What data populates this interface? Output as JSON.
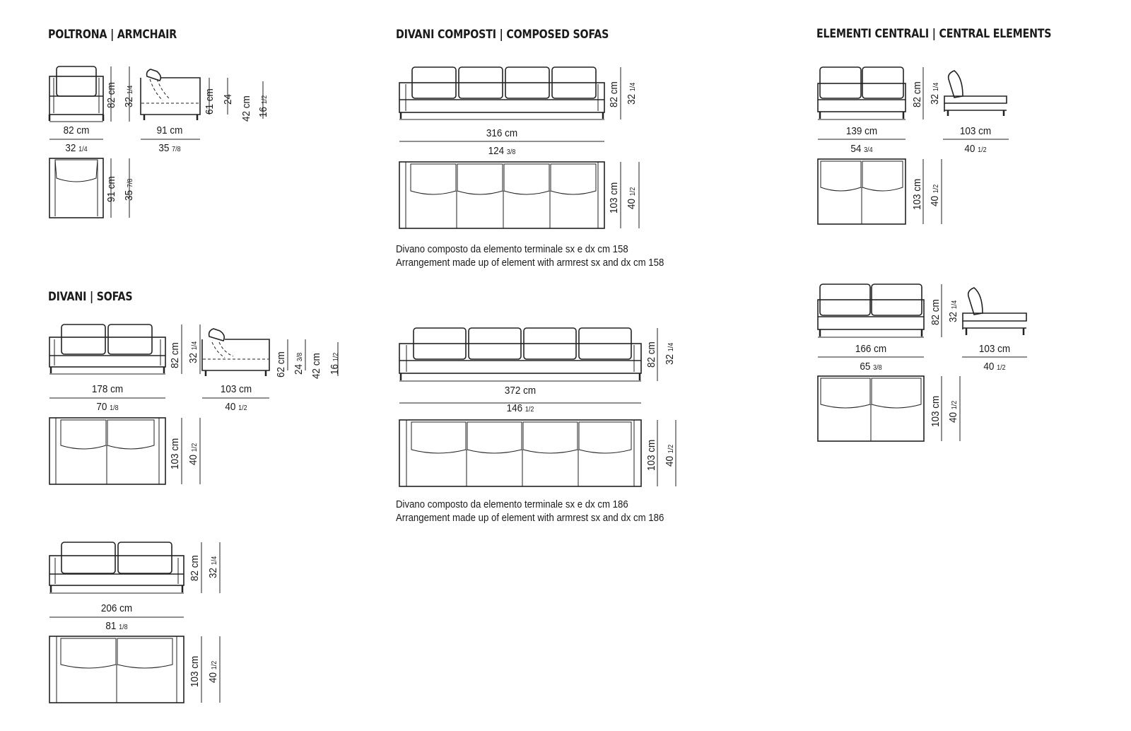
{
  "sections": {
    "armchair": {
      "title": "POLTRONA  |  ARMCHAIR"
    },
    "composed": {
      "title": "DIVANI COMPOSTI | COMPOSED SOFAS"
    },
    "central": {
      "title": "ELEMENTI CENTRALI  |  CENTRAL ELEMENTS"
    },
    "sofas": {
      "title": "DIVANI  |  SOFAS"
    }
  },
  "armchair": {
    "front_h_cm": "82 cm",
    "front_h_in": "32",
    "front_h_in_frac": "1/4",
    "front_w_cm": "82 cm",
    "front_w_in": "32",
    "front_w_in_frac": "1/4",
    "side_d_cm": "91 cm",
    "side_d_in": "35",
    "side_d_in_frac": "7/8",
    "side_arm_cm": "61 cm",
    "side_arm_in": "24",
    "side_seat_cm": "42 cm",
    "side_seat_in": "16",
    "side_seat_in_frac": "1/2",
    "top_d_cm": "91 cm",
    "top_d_in": "35",
    "top_d_in_frac": "7/8"
  },
  "sofa178": {
    "h_cm": "82 cm",
    "h_in": "32",
    "h_in_frac": "1/4",
    "w_cm": "178 cm",
    "w_in": "70",
    "w_in_frac": "1/8",
    "d_cm": "103 cm",
    "d_in": "40",
    "d_in_frac": "1/2",
    "side_w_cm": "103 cm",
    "side_w_in": "40",
    "side_w_in_frac": "1/2",
    "side_arm_cm": "62 cm",
    "side_arm_in": "24",
    "side_arm_in_frac": "3/8",
    "side_seat_cm": "42 cm",
    "side_seat_in": "16",
    "side_seat_in_frac": "1/2"
  },
  "sofa206": {
    "h_cm": "82 cm",
    "h_in": "32",
    "h_in_frac": "1/4",
    "w_cm": "206 cm",
    "w_in": "81",
    "w_in_frac": "1/8",
    "d_cm": "103 cm",
    "d_in": "40",
    "d_in_frac": "1/2"
  },
  "composed316": {
    "h_cm": "82 cm",
    "h_in": "32",
    "h_in_frac": "1/4",
    "w_cm": "316 cm",
    "w_in": "124",
    "w_in_frac": "3/8",
    "d_cm": "103 cm",
    "d_in": "40",
    "d_in_frac": "1/2",
    "note_it": "Divano composto da elemento terminale sx e dx cm 158",
    "note_en": "Arrangement made up of element with armrest sx and dx cm 158"
  },
  "composed372": {
    "h_cm": "82 cm",
    "h_in": "32",
    "h_in_frac": "1/4",
    "w_cm": "372 cm",
    "w_in": "146",
    "w_in_frac": "1/2",
    "d_cm": "103 cm",
    "d_in": "40",
    "d_in_frac": "1/2",
    "note_it": "Divano composto da elemento terminale sx e dx cm 186",
    "note_en": "Arrangement made up of element with armrest sx and dx cm 186"
  },
  "central139": {
    "h_cm": "82 cm",
    "h_in": "32",
    "h_in_frac": "1/4",
    "w_cm": "139 cm",
    "w_in": "54",
    "w_in_frac": "3/4",
    "d_cm": "103 cm",
    "d_in": "40",
    "d_in_frac": "1/2",
    "side_w_cm": "103 cm",
    "side_w_in": "40",
    "side_w_in_frac": "1/2"
  },
  "central166": {
    "h_cm": "82 cm",
    "h_in": "32",
    "h_in_frac": "1/4",
    "w_cm": "166 cm",
    "w_in": "65",
    "w_in_frac": "3/8",
    "d_cm": "103 cm",
    "d_in": "40",
    "d_in_frac": "1/2",
    "side_w_cm": "103 cm",
    "side_w_in": "40",
    "side_w_in_frac": "1/2"
  }
}
